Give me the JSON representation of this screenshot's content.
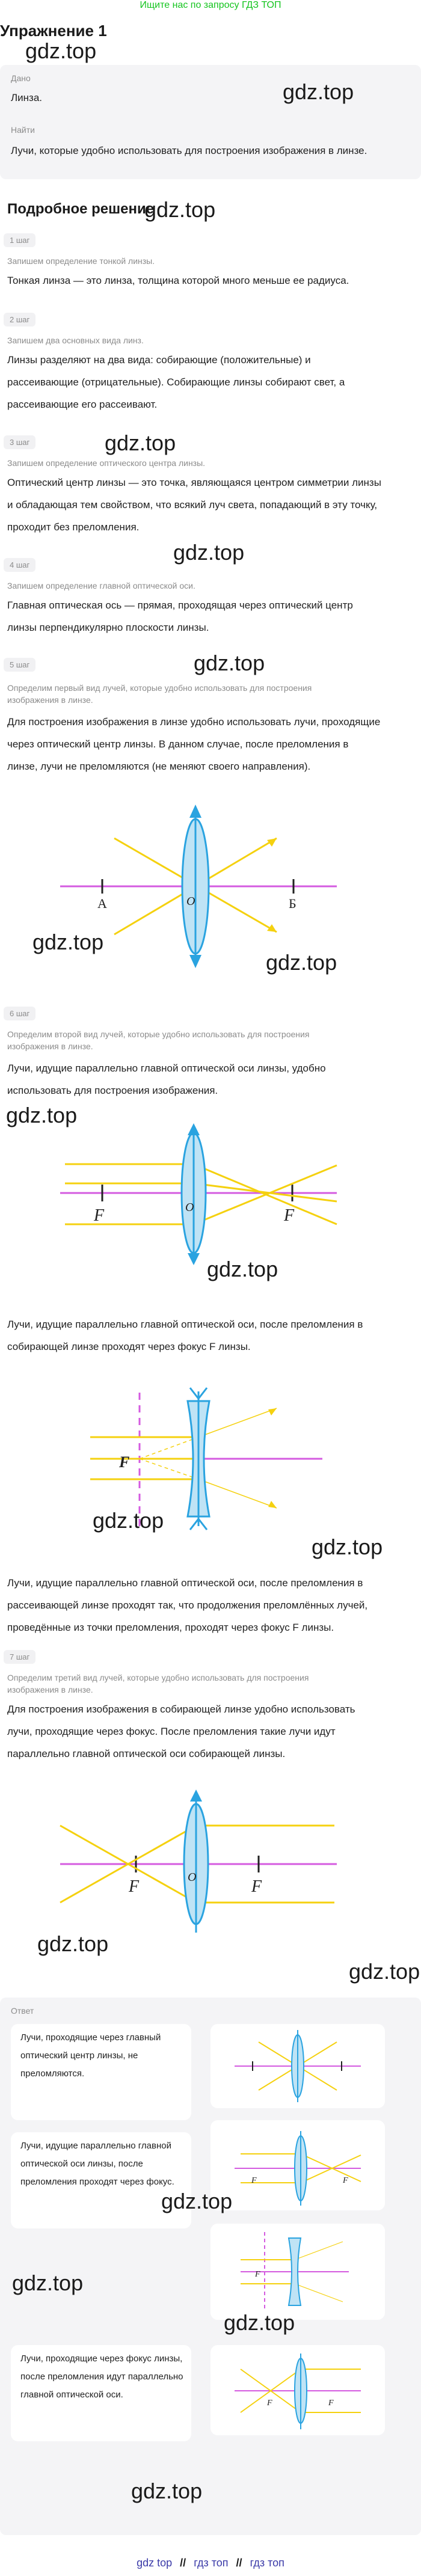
{
  "top_banner": "Ищите нас по запросу ГДЗ ТОП",
  "title": "Упражнение 1",
  "watermark": "gdz.top",
  "given": {
    "label": "Дано",
    "value": "Линза."
  },
  "find": {
    "label": "Найти",
    "value": "Лучи, которые удобно использовать для построения изображения в линзе."
  },
  "solution_title": "Подробное решение",
  "steps": [
    {
      "label": "1 шаг",
      "desc": "Запишем определение тонкой линзы.",
      "text": [
        "Тонкая линза — это линза, толщина которой много меньше ее радиуса."
      ]
    },
    {
      "label": "2 шаг",
      "desc": "Запишем два основных вида линз.",
      "text": [
        "Линзы разделяют на два вида: собирающие (положительные) и",
        "рассеивающие (отрицательные). Собирающие линзы собирают свет, а",
        "рассеивающие его рассеивают."
      ]
    },
    {
      "label": "3 шаг",
      "desc": "Запишем определение оптического центра линзы.",
      "text": [
        "Оптический центр линзы — это точка, являющаяся центром симметрии линзы",
        "и обладающая тем свойством, что всякий луч света, попадающий в эту точку,",
        "проходит без преломления."
      ]
    },
    {
      "label": "4 шаг",
      "desc": "Запишем определение главной оптической оси.",
      "text": [
        "Главная оптическая ось — прямая, проходящая через оптический центр",
        "линзы перпендикулярно плоскости линзы."
      ]
    },
    {
      "label": "5 шаг",
      "desc": [
        "Определим первый вид лучей, которые удобно использовать для построения",
        "изображения в линзе."
      ],
      "text": [
        "Для построения изображения в линзе удобно использовать лучи, проходящие",
        "через оптический центр линзы. В данном случае, после преломления в",
        "линзе, лучи не преломляются (не меняют своего направления)."
      ]
    },
    {
      "label": "6 шаг",
      "desc": [
        "Определим второй вид лучей, которые удобно использовать для построения",
        "изображения в линзе."
      ],
      "text": [
        "Лучи, идущие параллельно главной оптической оси линзы, удобно",
        "использовать для построения изображения."
      ],
      "text2": [
        "Лучи, идущие параллельно главной оптической оси, после преломления в",
        "собирающей линзе проходят через фокус F линзы."
      ],
      "text3": [
        "Лучи, идущие параллельно главной оптической оси, после преломления в",
        "рассеивающей линзе проходят так, что продолжения преломлённых лучей,",
        "проведённые из точки преломления, проходят через фокус F линзы."
      ]
    },
    {
      "label": "7 шаг",
      "desc": [
        "Определим третий вид лучей, которые удобно использовать для построения",
        "изображения в линзе."
      ],
      "text": [
        "Для построения изображения в собирающей линзе удобно использовать",
        "лучи, проходящие через фокус. После преломления такие лучи идут",
        "параллельно главной оптической оси собирающей линзы."
      ]
    }
  ],
  "diagram_labels": {
    "A": "А",
    "B": "Б",
    "O": "O",
    "F": "F"
  },
  "answer": {
    "label": "Ответ",
    "items": [
      [
        "Лучи, проходящие через главный",
        "оптический центр линзы, не",
        "преломляются."
      ],
      [
        "Лучи, идущие параллельно главной",
        "оптической оси линзы, после",
        "преломления проходят через фокус."
      ],
      [],
      [
        "Лучи, проходящие через фокус линзы,",
        "после преломления идут параллельно",
        "главной оптической оси."
      ]
    ]
  },
  "footer": {
    "link1": "gdz top",
    "link2": "гдз топ",
    "link3": "гдз топ",
    "sep": "//"
  },
  "colors": {
    "lens": "#2aa3e0",
    "axis": "#d45be0",
    "ray": "#f5d10f",
    "banner": "#14c41e"
  }
}
